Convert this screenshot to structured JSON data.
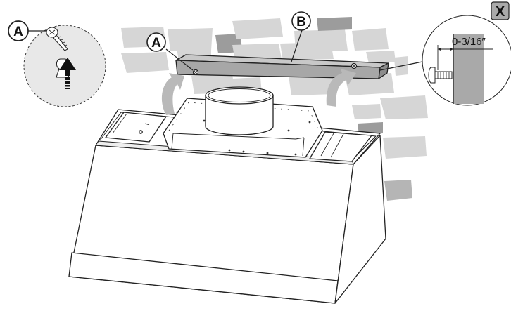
{
  "callouts": {
    "a_detail": "A",
    "a_main": "A",
    "b": "B"
  },
  "detail_x": {
    "label": "X",
    "dimension": "0-3/16″"
  },
  "colors": {
    "brick": "#d6d6d6",
    "brick_dark": "#9c9c9c",
    "bracket": "#a7a7a7",
    "arrow_gray": "#b9b9b9",
    "x_tag": "#a9a9a9",
    "outline": "#222222"
  },
  "icons": [
    "screw-icon",
    "up-arrow-icon",
    "curved-arrow-icon"
  ]
}
